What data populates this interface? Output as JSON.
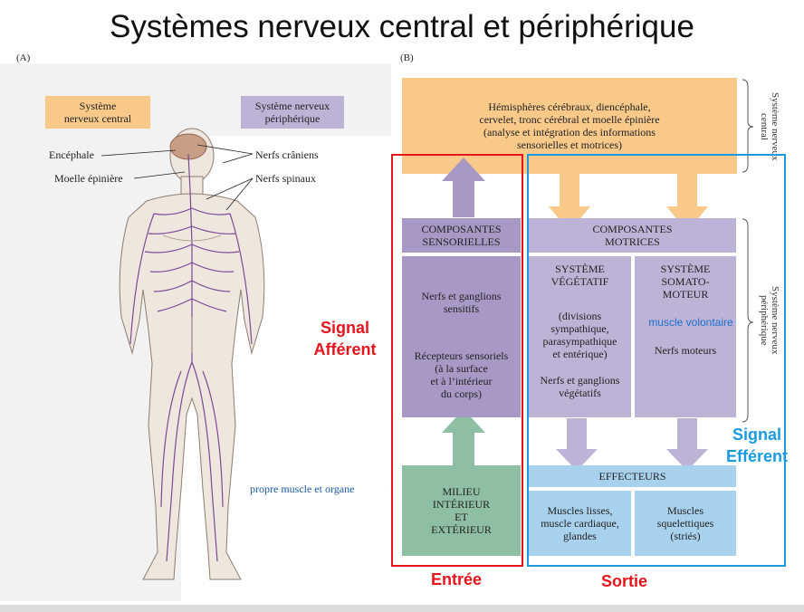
{
  "title": "Systèmes nerveux central et périphérique",
  "panel_a": {
    "label": "(A)",
    "legend_central": "Système\nnerveux central",
    "legend_peripheral": "Système nerveux\npériphérique",
    "encephale": "Encéphale",
    "moelle": "Moelle épinière",
    "nerfs_craniens": "Nerfs crâniens",
    "nerfs_spinaux": "Nerfs spinaux",
    "annotation_organe": "propre muscle et organe"
  },
  "panel_b": {
    "label": "(B)",
    "cns_box": "Hémisphères cérébraux, diencéphale,\ncervelet, tronc cérébral et moelle épinière\n(analyse et intégration des informations\nsensorielles et motrices)",
    "cns_side": "Système nerveux\ncentral",
    "pns_side": "Système nerveux\npériphérique",
    "sensory_header": "COMPOSANTES\nSENSORIELLES",
    "sensory_body_1": "Nerfs et ganglions\nsensitifs",
    "sensory_body_2": "Récepteurs sensoriels\n(à la surface\net à l’intérieur\ndu corps)",
    "motor_header": "COMPOSANTES\nMOTRICES",
    "vegetatif_title": "SYSTÈME\nVÉGÉTATIF",
    "vegetatif_body": "(divisions\nsympathique,\nparasympathique\net entérique)",
    "vegetatif_nerfs": "Nerfs et ganglions\nvégétatifs",
    "somato_title": "SYSTÈME\nSOMATO-\nMOTEUR",
    "muscle_volontaire": "muscle volontaire",
    "nerfs_moteurs": "Nerfs moteurs",
    "milieu": "MILIEU\nINTÉRIEUR\nET\nEXTÉRIEUR",
    "effecteurs": "EFFECTEURS",
    "effect_left": "Muscles lisses,\nmuscle cardiaque,\nglandes",
    "effect_right": "Muscles\nsquelettiques\n(striés)"
  },
  "annotations": {
    "signal_afferent": "Signal\nAfférent",
    "signal_efferent": "Signal\nEfférent",
    "entree": "Entrée",
    "sortie": "Sortie"
  },
  "colors": {
    "orange": "#f9c98a",
    "lavender": "#bdb3d6",
    "lavender_dark": "#a898c6",
    "green": "#8fbfa3",
    "light_blue": "#a8d1ee",
    "red": "#e8141c",
    "blue": "#1a9be0"
  }
}
